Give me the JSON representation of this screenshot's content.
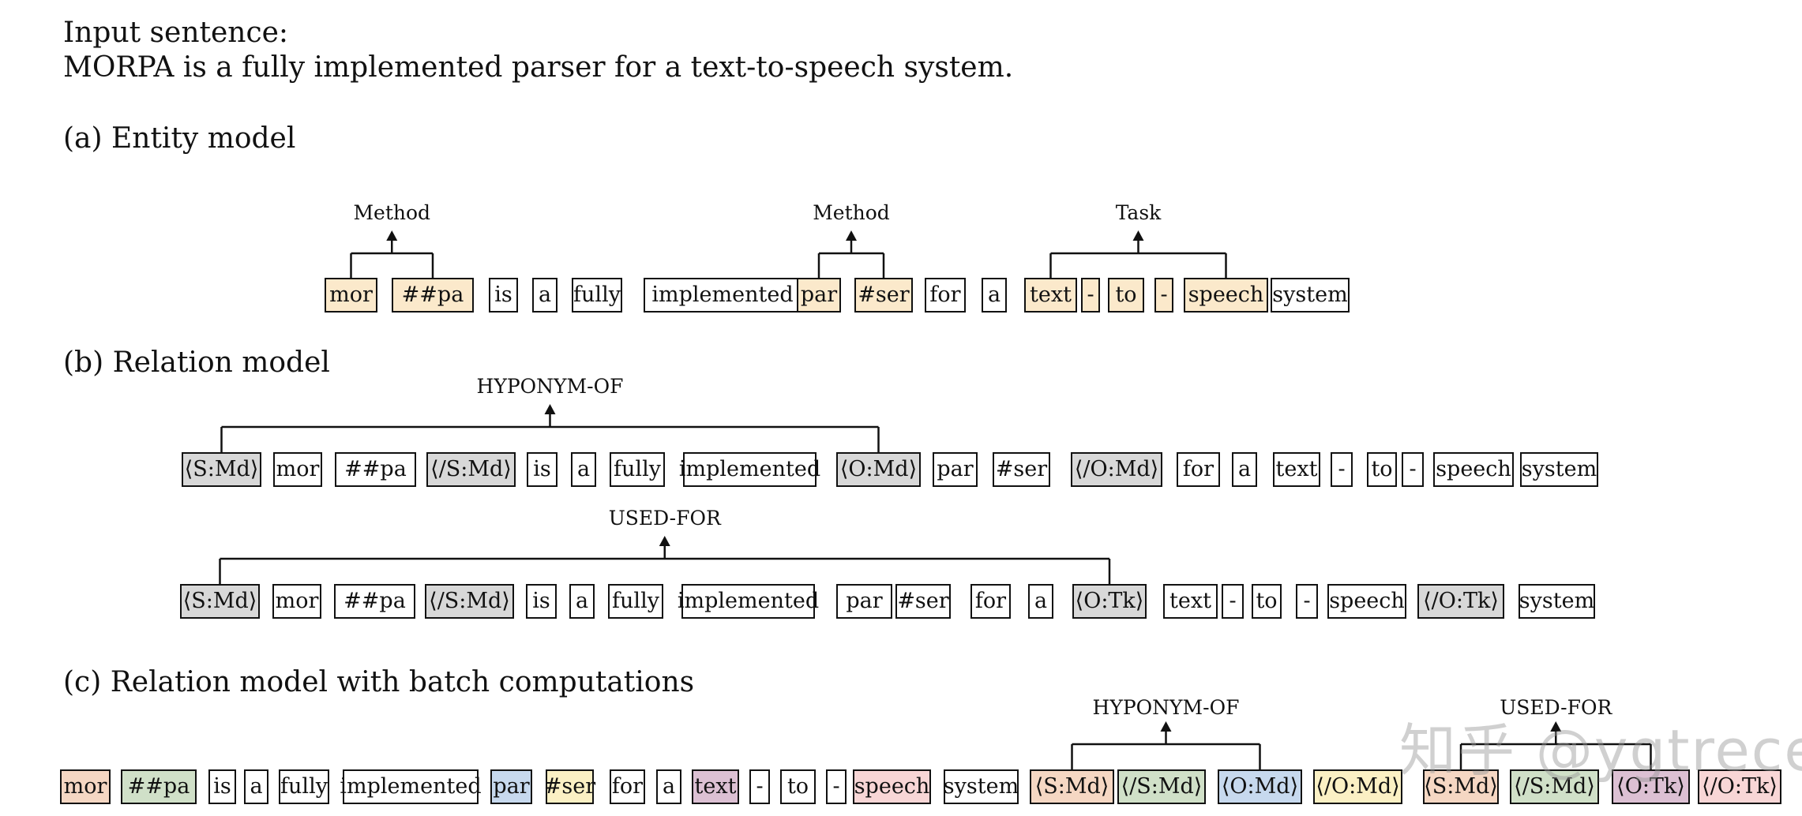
{
  "input": {
    "heading": "Input sentence:",
    "sentence": "MORPA is a fully implemented parser for a text-to-speech system."
  },
  "colors": {
    "white": "#ffffff",
    "mor": "#f5d7c3",
    "pa": "#d0e0c8",
    "par": "#c7d9ee",
    "ser": "#fbf0c4",
    "text": "#dcc0d3",
    "speech": "#f8d6d6",
    "entity": "#fbe9cb",
    "gray": "#d8d8d8"
  },
  "sections": [
    {
      "title": "(a) Entity model",
      "rows": [
        {
          "tokens": [
            {
              "t": "mor",
              "c": "entity"
            },
            {
              "t": "##pa",
              "c": "entity"
            },
            {
              "t": "is",
              "c": "white"
            },
            {
              "t": "a",
              "c": "white"
            },
            {
              "t": "fully",
              "c": "white"
            },
            {
              "t": "implemented",
              "c": "white"
            },
            {
              "t": "par",
              "c": "entity"
            },
            {
              "t": "#ser",
              "c": "entity"
            },
            {
              "t": "for",
              "c": "white"
            },
            {
              "t": "a",
              "c": "white"
            },
            {
              "t": "text",
              "c": "entity"
            },
            {
              "t": "-",
              "c": "entity"
            },
            {
              "t": "to",
              "c": "entity"
            },
            {
              "t": "-",
              "c": "entity"
            },
            {
              "t": "speech",
              "c": "entity"
            },
            {
              "t": "system",
              "c": "white"
            }
          ],
          "arrows": [
            {
              "label": "Method",
              "from": 0,
              "to": 1
            },
            {
              "label": "Method",
              "from": 6,
              "to": 7
            },
            {
              "label": "Task",
              "from": 10,
              "to": 14
            }
          ]
        }
      ]
    },
    {
      "title": "(b) Relation model",
      "rows": [
        {
          "tokens": [
            {
              "t": "⟨S:Md⟩",
              "c": "gray"
            },
            {
              "t": "mor",
              "c": "white"
            },
            {
              "t": "##pa",
              "c": "white"
            },
            {
              "t": "⟨/S:Md⟩",
              "c": "gray"
            },
            {
              "t": "is",
              "c": "white"
            },
            {
              "t": "a",
              "c": "white"
            },
            {
              "t": "fully",
              "c": "white"
            },
            {
              "t": "implemented",
              "c": "white"
            },
            {
              "t": "⟨O:Md⟩",
              "c": "gray"
            },
            {
              "t": "par",
              "c": "white"
            },
            {
              "t": "#ser",
              "c": "white"
            },
            {
              "t": "⟨/O:Md⟩",
              "c": "gray"
            },
            {
              "t": "for",
              "c": "white"
            },
            {
              "t": "a",
              "c": "white"
            },
            {
              "t": "text",
              "c": "white"
            },
            {
              "t": "-",
              "c": "white"
            },
            {
              "t": "to",
              "c": "white"
            },
            {
              "t": "-",
              "c": "white"
            },
            {
              "t": "speech",
              "c": "white"
            },
            {
              "t": "system",
              "c": "white"
            }
          ],
          "arrows": [
            {
              "label": "HYPONYM-OF",
              "from": 0,
              "to": 8
            }
          ]
        },
        {
          "tokens": [
            {
              "t": "⟨S:Md⟩",
              "c": "gray"
            },
            {
              "t": "mor",
              "c": "white"
            },
            {
              "t": "##pa",
              "c": "white"
            },
            {
              "t": "⟨/S:Md⟩",
              "c": "gray"
            },
            {
              "t": "is",
              "c": "white"
            },
            {
              "t": "a",
              "c": "white"
            },
            {
              "t": "fully",
              "c": "white"
            },
            {
              "t": "implemented",
              "c": "white"
            },
            {
              "t": "par",
              "c": "white"
            },
            {
              "t": "#ser",
              "c": "white"
            },
            {
              "t": "for",
              "c": "white"
            },
            {
              "t": "a",
              "c": "white"
            },
            {
              "t": "⟨O:Tk⟩",
              "c": "gray"
            },
            {
              "t": "text",
              "c": "white"
            },
            {
              "t": "-",
              "c": "white"
            },
            {
              "t": "to",
              "c": "white"
            },
            {
              "t": "-",
              "c": "white"
            },
            {
              "t": "speech",
              "c": "white"
            },
            {
              "t": "⟨/O:Tk⟩",
              "c": "gray"
            },
            {
              "t": "system",
              "c": "white"
            }
          ],
          "arrows": [
            {
              "label": "USED-FOR",
              "from": 0,
              "to": 12
            }
          ]
        }
      ]
    },
    {
      "title": "(c) Relation model with batch computations",
      "rows": [
        {
          "tokens": [
            {
              "t": "mor",
              "c": "mor"
            },
            {
              "t": "##pa",
              "c": "pa"
            },
            {
              "t": "is",
              "c": "white"
            },
            {
              "t": "a",
              "c": "white"
            },
            {
              "t": "fully",
              "c": "white"
            },
            {
              "t": "implemented",
              "c": "white"
            },
            {
              "t": "par",
              "c": "par"
            },
            {
              "t": "#ser",
              "c": "ser"
            },
            {
              "t": "for",
              "c": "white"
            },
            {
              "t": "a",
              "c": "white"
            },
            {
              "t": "text",
              "c": "text"
            },
            {
              "t": "-",
              "c": "white"
            },
            {
              "t": "to",
              "c": "white"
            },
            {
              "t": "-",
              "c": "white"
            },
            {
              "t": "speech",
              "c": "speech"
            },
            {
              "t": "system",
              "c": "white"
            },
            {
              "t": "⟨S:Md⟩",
              "c": "mor"
            },
            {
              "t": "⟨/S:Md⟩",
              "c": "pa"
            },
            {
              "t": "⟨O:Md⟩",
              "c": "par"
            },
            {
              "t": "⟨/O:Md⟩",
              "c": "ser"
            },
            {
              "t": "⟨S:Md⟩",
              "c": "mor"
            },
            {
              "t": "⟨/S:Md⟩",
              "c": "pa"
            },
            {
              "t": "⟨O:Tk⟩",
              "c": "text"
            },
            {
              "t": "⟨/O:Tk⟩",
              "c": "speech"
            }
          ],
          "arrows": [
            {
              "label": "HYPONYM-OF",
              "from": 16,
              "to": 18
            },
            {
              "label": "USED-FOR",
              "from": 20,
              "to": 22
            }
          ]
        }
      ]
    }
  ],
  "watermark": "知乎 @ygtrece"
}
